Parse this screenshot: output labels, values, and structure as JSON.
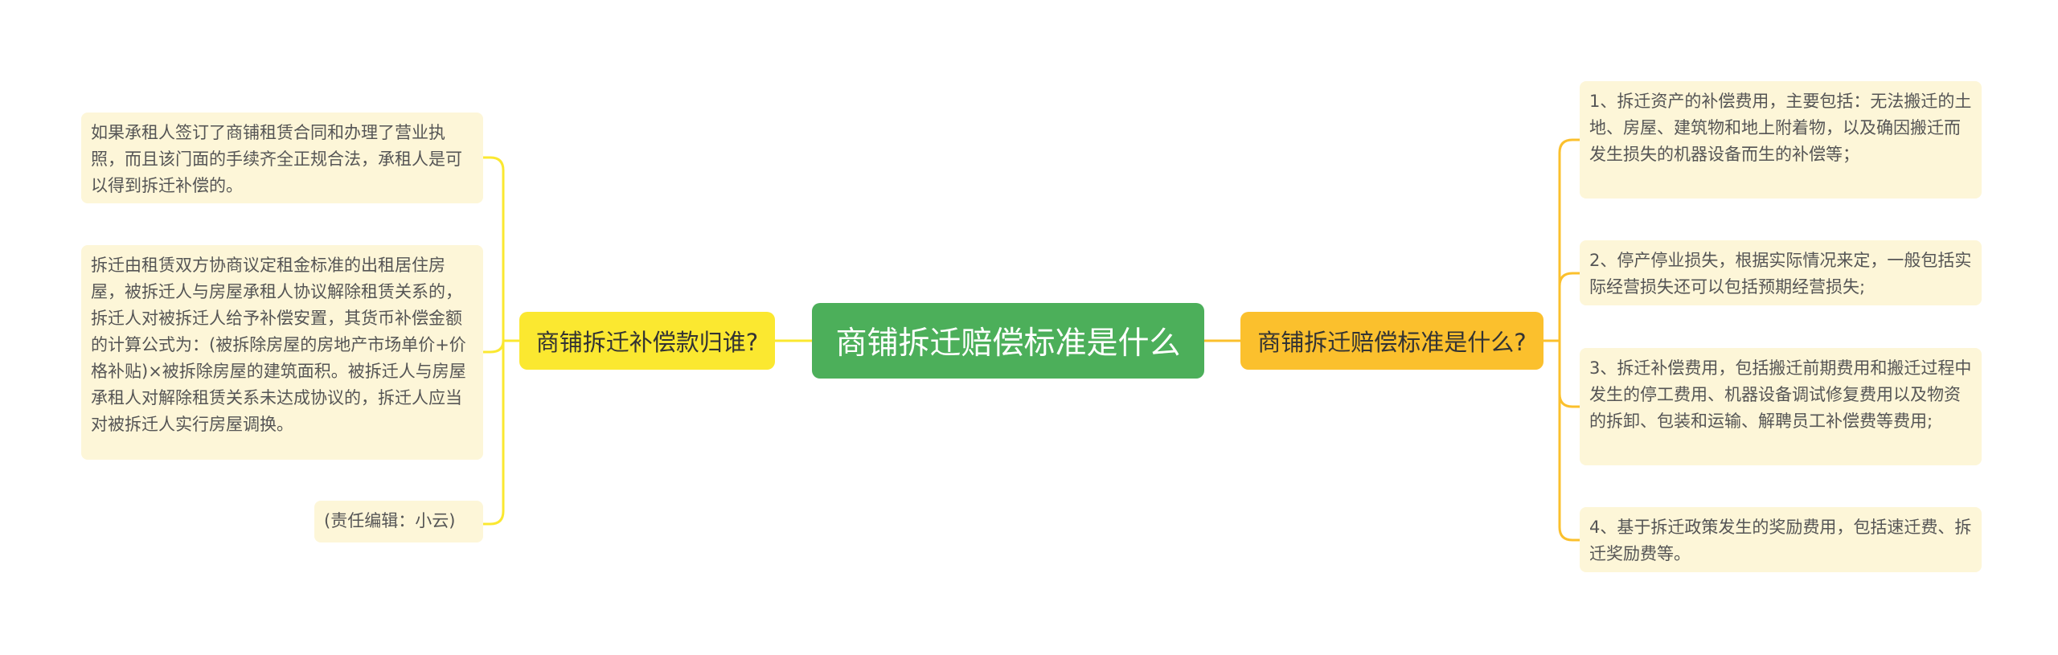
{
  "root": {
    "label": "商铺拆迁赔偿标准是什么"
  },
  "left_branch": {
    "label": "商铺拆迁补偿款归谁?",
    "leaves": [
      "如果承租人签订了商铺租赁合同和办理了营业执照，而且该门面的手续齐全正规合法，承租人是可以得到拆迁补偿的。",
      "拆迁由租赁双方协商议定租金标准的出租居住房屋，被拆迁人与房屋承租人协议解除租赁关系的，拆迁人对被拆迁人给予补偿安置，其货币补偿金额的计算公式为：(被拆除房屋的房地产市场单价+价格补贴)×被拆除房屋的建筑面积。被拆迁人与房屋承租人对解除租赁关系未达成协议的，拆迁人应当对被拆迁人实行房屋调换。",
      "(责任编辑：小云)"
    ]
  },
  "right_branch": {
    "label": "商铺拆迁赔偿标准是什么?",
    "leaves": [
      "1、拆迁资产的补偿费用，主要包括：无法搬迁的土地、房屋、建筑物和地上附着物，以及确因搬迁而发生损失的机器设备而生的补偿等；",
      "2、停产停业损失，根据实际情况来定，一般包括实际经营损失还可以包括预期经营损失;",
      "3、拆迁补偿费用，包括搬迁前期费用和搬迁过程中发生的停工费用、机器设备调试修复费用以及物资的拆卸、包装和运输、解聘员工补偿费等费用;",
      "4、基于拆迁政策发生的奖励费用，包括速迁费、拆迁奖励费等。"
    ]
  },
  "colors": {
    "root_fill": "#4caf5a",
    "left_branch_fill": "#fbe830",
    "right_branch_fill": "#fbc02d",
    "leaf_fill": "#fdf6d8",
    "left_connector": "#fbe830",
    "right_connector": "#fbc02d"
  }
}
